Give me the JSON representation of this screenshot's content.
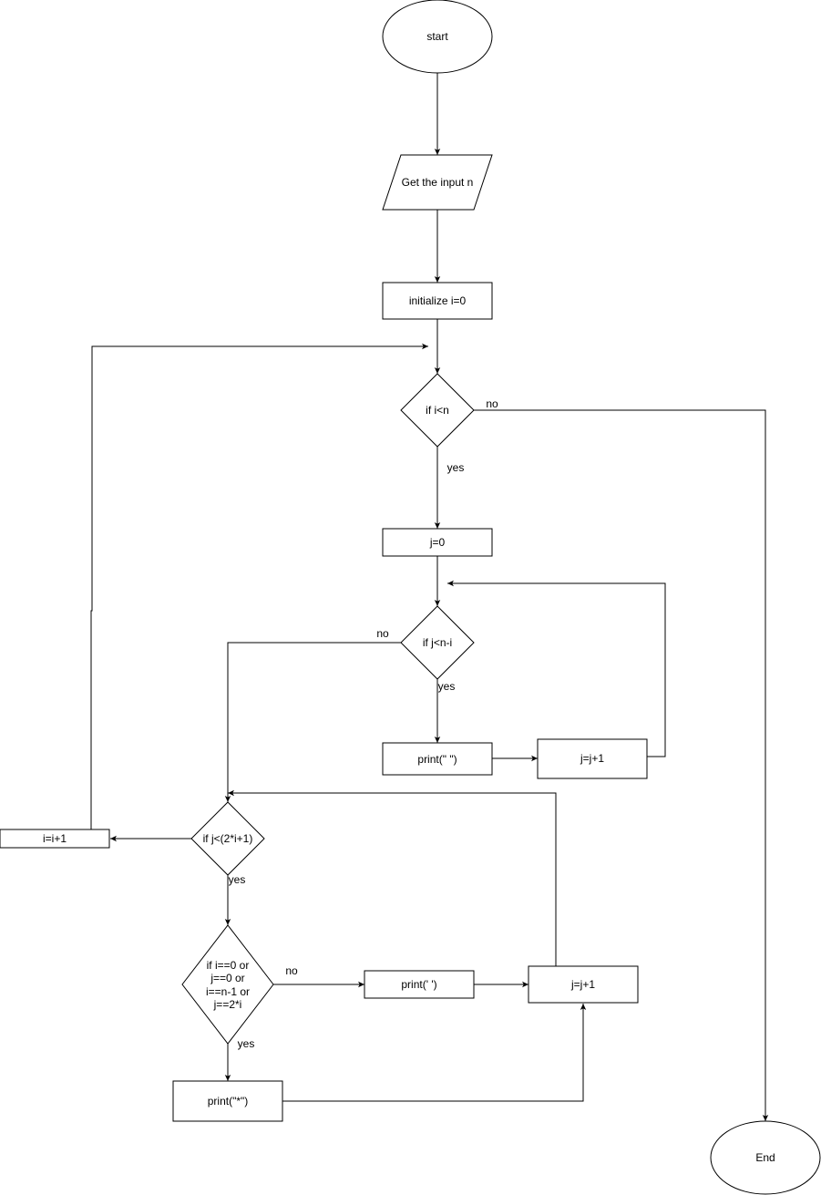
{
  "nodes": {
    "start": "start",
    "input": "Get the input n",
    "init_i": "initialize i=0",
    "cond_i": "if i<n",
    "init_j": "j=0",
    "cond_j": "if j<n-i",
    "print_space": "print(\" \")",
    "inc_j_space": "j=j+1",
    "cond_j2": "if j<(2*i+1)",
    "inc_i": "i=i+1",
    "cond_border": [
      "if i==0 or",
      "j==0 or",
      "i==n-1 or",
      "j==2*i"
    ],
    "print_blank": "print(' ')",
    "inc_j_star": "j=j+1",
    "print_star": "print(\"*\")",
    "end": "End"
  },
  "edge_labels": {
    "cond_i_no": "no",
    "cond_i_yes": "yes",
    "cond_j_no": "no",
    "cond_j_yes": "yes",
    "cond_j2_yes": "yes",
    "cond_border_no": "no",
    "cond_border_yes": "yes"
  }
}
